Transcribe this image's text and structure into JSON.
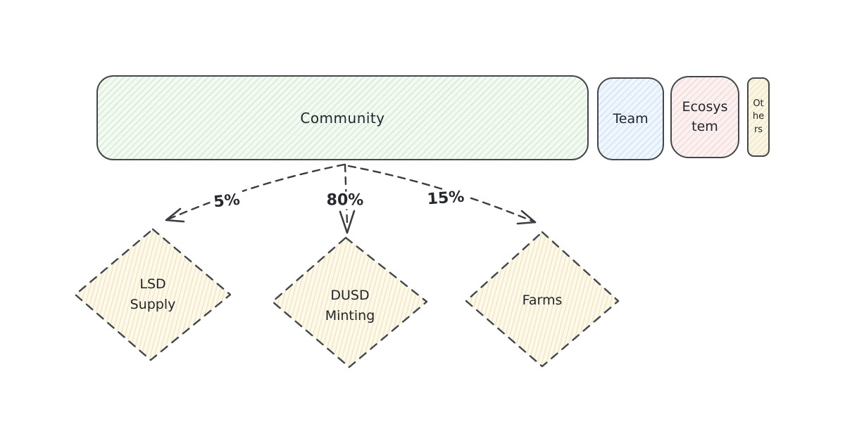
{
  "diagram": {
    "nodes": {
      "community": {
        "label": "Community"
      },
      "team": {
        "label": "Team"
      },
      "ecosystem": {
        "label": "Ecosystem"
      },
      "others": {
        "label": "Others"
      },
      "lsd_supply": {
        "label": "LSD Supply"
      },
      "dusd_minting": {
        "label": "DUSD Minting"
      },
      "farms": {
        "label": "Farms"
      }
    },
    "flows": [
      {
        "from": "Community",
        "to": "LSD Supply",
        "percent": "5%"
      },
      {
        "from": "Community",
        "to": "DUSD Minting",
        "percent": "80%"
      },
      {
        "from": "Community",
        "to": "Farms",
        "percent": "15%"
      }
    ],
    "colors": {
      "stroke": "#43474c",
      "text": "#22252b",
      "community_fill": "#f3faf2",
      "community_hatch": "#d7ebd7",
      "team_fill": "#eff6fd",
      "team_hatch": "#d5e4f6",
      "ecosystem_fill": "#fcf1f0",
      "ecosystem_hatch": "#f2dcdc",
      "others_fill": "#fbf6e3",
      "others_hatch": "#efe6c4",
      "diamond_fill": "#fdf9eb",
      "diamond_hatch": "#f2e7c5"
    }
  }
}
